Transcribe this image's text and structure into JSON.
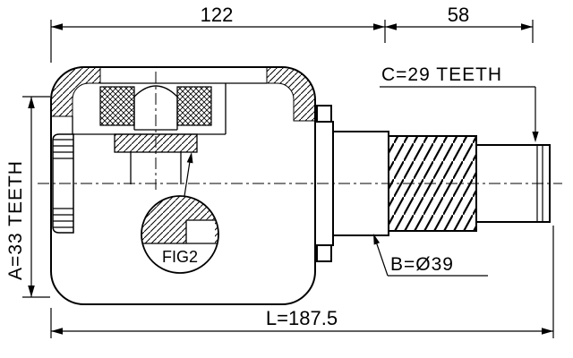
{
  "drawing": {
    "ink_color": "#000000",
    "paper_color": "#ffffff",
    "labels": {
      "top_dim_left": "122",
      "top_dim_right": "58",
      "teeth_c": "C=29 TEETH",
      "teeth_a": "A=33 TEETH",
      "figure_callout": "FIG2",
      "diameter_b": "B=Ø39",
      "overall_length": "L=187.5"
    }
  }
}
